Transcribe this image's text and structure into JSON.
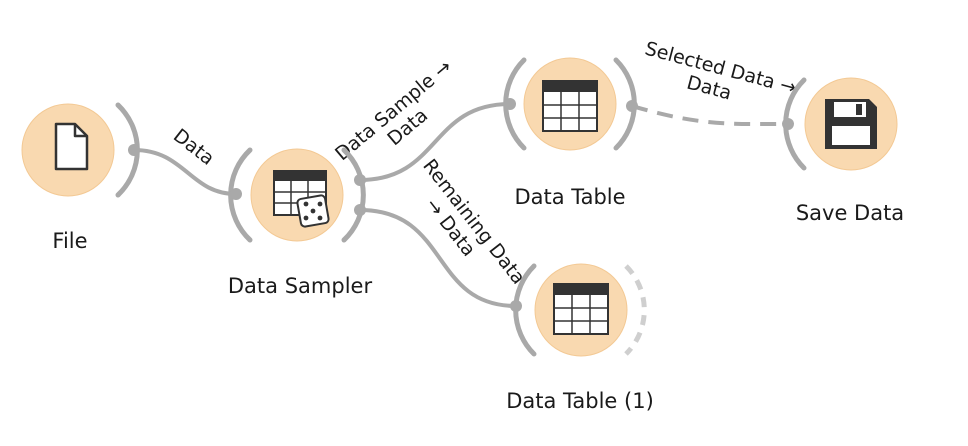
{
  "workflow": {
    "nodes": [
      {
        "id": "file",
        "label": "File",
        "icon": "file-icon"
      },
      {
        "id": "data-sampler",
        "label": "Data Sampler",
        "icon": "data-sampler-icon"
      },
      {
        "id": "data-table",
        "label": "Data Table",
        "icon": "table-icon"
      },
      {
        "id": "save-data",
        "label": "Save Data",
        "icon": "floppy-disk-icon"
      },
      {
        "id": "data-table-1",
        "label": "Data Table (1)",
        "icon": "table-icon"
      }
    ],
    "links": [
      {
        "from": "file",
        "to": "data-sampler",
        "label_lines": [
          "Data"
        ],
        "style": "solid"
      },
      {
        "from": "data-sampler",
        "to": "data-table",
        "label_lines": [
          "Data Sample →",
          "Data"
        ],
        "style": "solid"
      },
      {
        "from": "data-sampler",
        "to": "data-table-1",
        "label_lines": [
          "Remaining Data",
          "→ Data"
        ],
        "style": "solid"
      },
      {
        "from": "data-table",
        "to": "save-data",
        "label_lines": [
          "Selected Data →",
          "Data"
        ],
        "style": "dashed"
      }
    ]
  },
  "colors": {
    "node_fill": "#f9d9b0",
    "link": "#a9a9a9",
    "icon_dark": "#333333"
  }
}
